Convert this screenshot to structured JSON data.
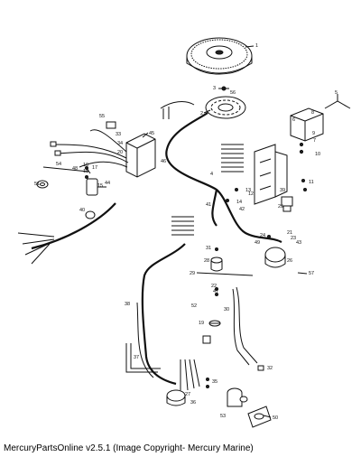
{
  "caption": "MercuryPartsOnline v2.5.1 (Image Copyright- Mercury Marine)",
  "callouts": [
    "1",
    "2",
    "3",
    "4",
    "5",
    "6",
    "7",
    "8",
    "9",
    "10",
    "11",
    "12",
    "13",
    "14",
    "15",
    "16",
    "17",
    "18",
    "19",
    "20",
    "21",
    "22",
    "23",
    "24",
    "25",
    "26",
    "27",
    "28",
    "29",
    "30",
    "31",
    "32",
    "33",
    "34",
    "35",
    "36",
    "37",
    "38",
    "39",
    "40",
    "41",
    "42",
    "43",
    "44",
    "45",
    "46",
    "47",
    "48",
    "49",
    "50",
    "51",
    "52",
    "53",
    "54",
    "55",
    "56",
    "57"
  ]
}
